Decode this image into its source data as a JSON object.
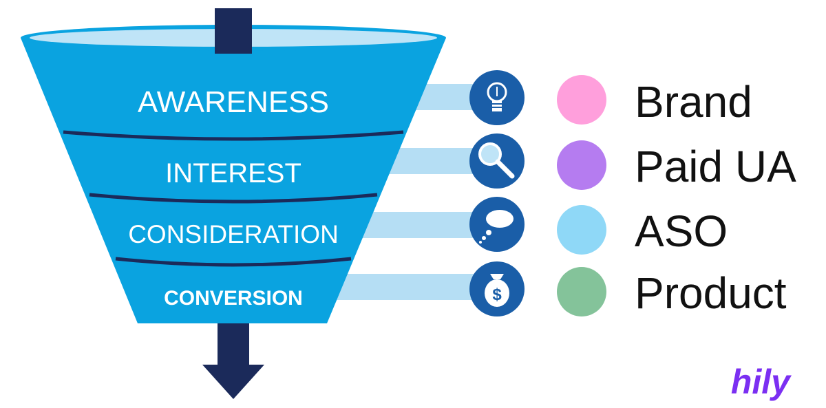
{
  "funnel": {
    "stages": [
      {
        "label": "AWARENESS",
        "icon": "lightbulb-icon"
      },
      {
        "label": "INTEREST",
        "icon": "magnifier-icon"
      },
      {
        "label": "CONSIDERATION",
        "icon": "speech-bubble-icon"
      },
      {
        "label": "CONVERSION",
        "icon": "money-bag-icon"
      }
    ],
    "colors": {
      "funnel_blue": "#0aa3e0",
      "funnel_rim": "#bfe4f7",
      "funnel_dark_blue": "#1a5ea8",
      "arrow_navy": "#1b2a5a",
      "connector_light": "#b5def4"
    }
  },
  "legend": {
    "items": [
      {
        "label": "Brand",
        "color": "#ff9fdc"
      },
      {
        "label": "Paid UA",
        "color": "#b57cf0"
      },
      {
        "label": "ASO",
        "color": "#8fd8f7"
      },
      {
        "label": "Product",
        "color": "#84c39a"
      }
    ]
  },
  "logo": {
    "text": "hily",
    "color": "#7b2ff2"
  }
}
